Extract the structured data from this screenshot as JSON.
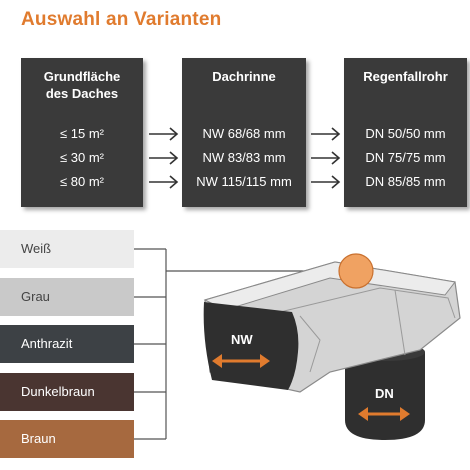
{
  "title": "Auswahl an Varianten",
  "boxes": {
    "roof": {
      "header_line1": "Grundfläche",
      "header_line2": "des Daches",
      "rows": [
        "≤ 15  m²",
        "≤ 30  m²",
        "≤ 80  m²"
      ]
    },
    "gutter": {
      "header": "Dachrinne",
      "rows": [
        "NW 68/68 mm",
        "NW 83/83 mm",
        "NW 115/115 mm"
      ]
    },
    "downpipe": {
      "header": "Regenfallrohr",
      "rows": [
        "DN 50/50 mm",
        "DN 75/75 mm",
        "DN 85/85 mm"
      ]
    }
  },
  "colors": [
    {
      "name": "Weiß",
      "hex": "#ececec"
    },
    {
      "name": "Grau",
      "hex": "#c9c9c9"
    },
    {
      "name": "Anthrazit",
      "hex": "#3d4145"
    },
    {
      "name": "Dunkelbraun",
      "hex": "#4a3531"
    },
    {
      "name": "Braun",
      "hex": "#a6693f"
    }
  ],
  "illustration": {
    "gutter_label": "NW",
    "pipe_label": "DN",
    "accent_color": "#e07b2e"
  }
}
